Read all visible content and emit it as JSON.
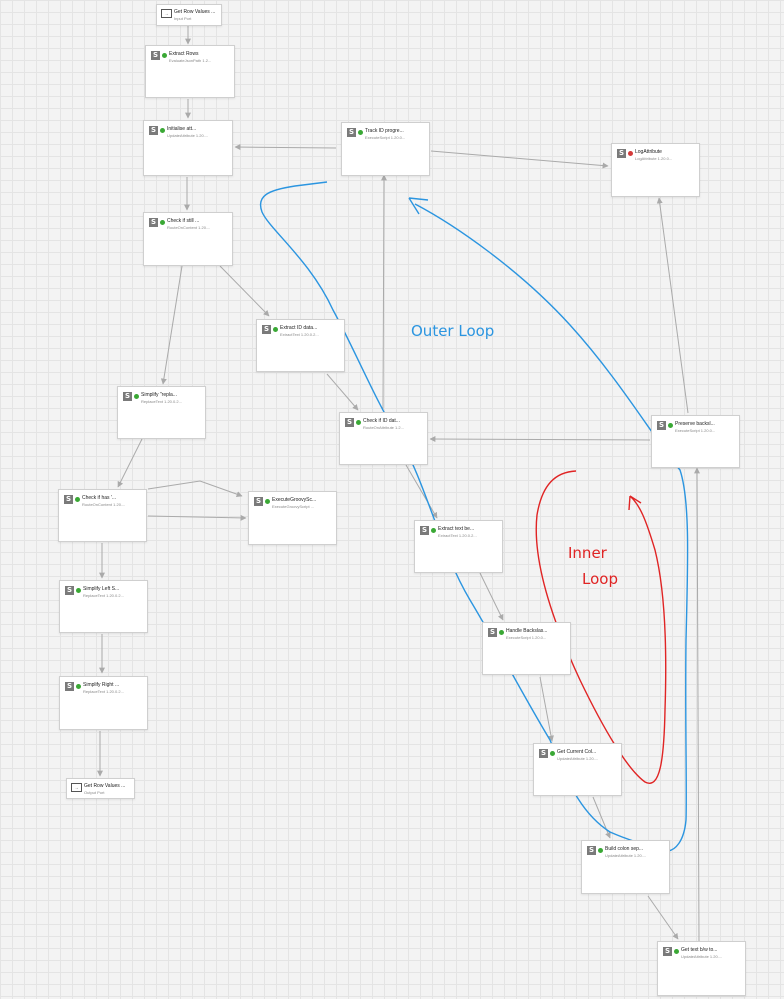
{
  "canvas": {
    "grid": true
  },
  "processors": [
    {
      "id": "input",
      "kind": "port",
      "name": "Get Row Values ...",
      "type": "Input Port"
    },
    {
      "id": "extract_rows",
      "kind": "processor",
      "name": "Extract Rows",
      "type": "EvaluateJsonPath 1.2...",
      "status": "running"
    },
    {
      "id": "initialize",
      "kind": "processor",
      "name": "Initialise att...",
      "type": "UpdateAttribute 1.20....",
      "status": "running"
    },
    {
      "id": "check_still",
      "kind": "processor",
      "name": "Check if still ...",
      "type": "RouteOnContent 1.20....",
      "status": "running"
    },
    {
      "id": "simplify_repl",
      "kind": "processor",
      "name": "Simplify \"repla...",
      "type": "ReplaceText 1.20.0.2...",
      "status": "running"
    },
    {
      "id": "check_has",
      "kind": "processor",
      "name": "Check if has '...",
      "type": "RouteOnContent 1.20....",
      "status": "running"
    },
    {
      "id": "exec_groovy",
      "kind": "processor",
      "name": "ExecuteGroovySc...",
      "type": "ExecuteGroovyScript ...",
      "status": "running"
    },
    {
      "id": "simplify_left",
      "kind": "processor",
      "name": "Simplify Left S...",
      "type": "ReplaceText 1.20.0.2...",
      "status": "running"
    },
    {
      "id": "simplify_right",
      "kind": "processor",
      "name": "Simplify Right ...",
      "type": "ReplaceText 1.20.0.2...",
      "status": "running"
    },
    {
      "id": "output",
      "kind": "port",
      "name": "Get Row Values ...",
      "type": "Output Port"
    },
    {
      "id": "extract_id",
      "kind": "processor",
      "name": "Extract ID data...",
      "type": "ExtractText 1.20.0.2...",
      "status": "running"
    },
    {
      "id": "track_id",
      "kind": "processor",
      "name": "Track ID progre...",
      "type": "ExecuteScript 1.20.0...",
      "status": "running"
    },
    {
      "id": "check_id",
      "kind": "processor",
      "name": "Check if ID dat...",
      "type": "RouteOnAttribute 1.2...",
      "status": "running"
    },
    {
      "id": "log_attr",
      "kind": "processor",
      "name": "LogAttribute",
      "type": "LogAttribute 1.20.0...",
      "status": "stopped"
    },
    {
      "id": "preserve",
      "kind": "processor",
      "name": "Preserve backsl...",
      "type": "ExecuteScript 1.20.0...",
      "status": "running"
    },
    {
      "id": "extract_text",
      "kind": "processor",
      "name": "Extract text be...",
      "type": "ExtractText 1.20.0.2...",
      "status": "running"
    },
    {
      "id": "handle_back",
      "kind": "processor",
      "name": "Handle Backslas...",
      "type": "ExecuteScript 1.20.0...",
      "status": "running"
    },
    {
      "id": "get_current",
      "kind": "processor",
      "name": "Get Current Col...",
      "type": "UpdateAttribute 1.20....",
      "status": "running"
    },
    {
      "id": "build_colon",
      "kind": "processor",
      "name": "Build colon sep...",
      "type": "UpdateAttribute 1.20....",
      "status": "running"
    },
    {
      "id": "get_text",
      "kind": "processor",
      "name": "Get text b/w to...",
      "type": "UpdateAttribute 1.20....",
      "status": "running"
    }
  ],
  "annotations": [
    {
      "id": "outer",
      "text": "Outer Loop",
      "color": "#2b95e0"
    },
    {
      "id": "inner_1",
      "text": "Inner",
      "color": "#e02424"
    },
    {
      "id": "inner_2",
      "text": "Loop",
      "color": "#e02424"
    }
  ],
  "colors": {
    "connection": "#aaaaaa",
    "outer_loop": "#2b95e0",
    "inner_loop": "#e02424"
  },
  "icon": "S"
}
